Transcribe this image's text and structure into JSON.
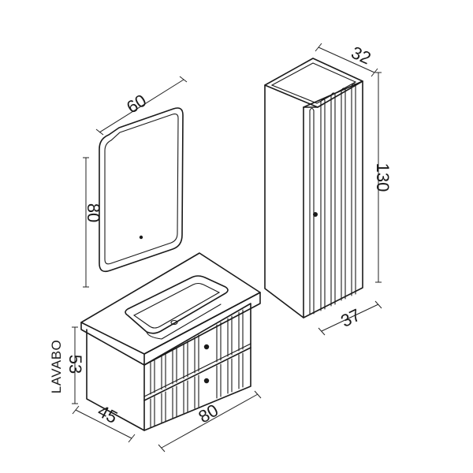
{
  "dimensions": {
    "mirror_width": "60",
    "mirror_height": "80",
    "column_depth": "32",
    "column_height": "130",
    "column_width": "37",
    "vanity_height": "53",
    "vanity_depth": "45",
    "vanity_width": "80"
  },
  "labels": {
    "vanity": "LAVABO"
  }
}
